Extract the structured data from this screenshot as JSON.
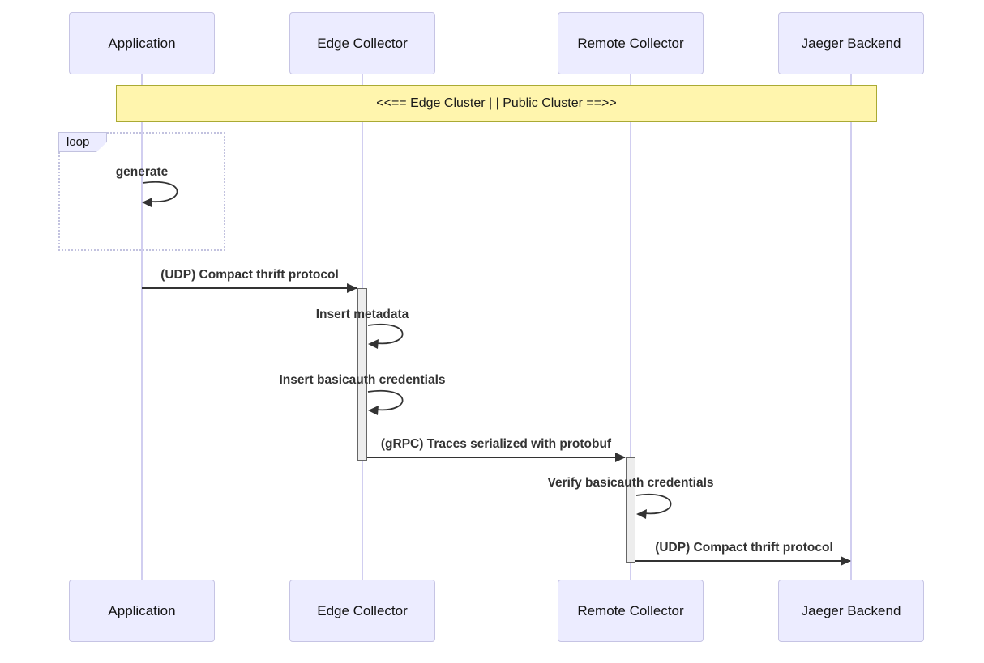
{
  "diagram": {
    "type": "sequence",
    "actors": [
      {
        "label": "Application"
      },
      {
        "label": "Edge Collector"
      },
      {
        "label": "Remote Collector"
      },
      {
        "label": "Jaeger Backend"
      }
    ],
    "note": {
      "label": "<<== Edge Cluster | | Public Cluster ==>>",
      "across": [
        "Application",
        "Jaeger Backend"
      ]
    },
    "loop_frame": {
      "tag": "loop",
      "messages": [
        {
          "label": "generate",
          "from": "Application",
          "to": "Application",
          "kind": "self"
        }
      ]
    },
    "messages": [
      {
        "label": "(UDP) Compact thrift protocol",
        "from": "Application",
        "to": "Edge Collector",
        "kind": "solid-arrow"
      },
      {
        "label": "Insert metadata",
        "from": "Edge Collector",
        "to": "Edge Collector",
        "kind": "self"
      },
      {
        "label": "Insert basicauth credentials",
        "from": "Edge Collector",
        "to": "Edge Collector",
        "kind": "self"
      },
      {
        "label": "(gRPC) Traces serialized with protobuf",
        "from": "Edge Collector",
        "to": "Remote Collector",
        "kind": "solid-arrow"
      },
      {
        "label": "Verify basicauth credentials",
        "from": "Remote Collector",
        "to": "Remote Collector",
        "kind": "self"
      },
      {
        "label": "(UDP) Compact thrift protocol",
        "from": "Remote Collector",
        "to": "Jaeger Backend",
        "kind": "solid-arrow"
      }
    ],
    "colors": {
      "actor_fill": "#ECECFF",
      "actor_border": "#C6C4E4",
      "note_fill": "#FFF5AD",
      "note_border": "#AAAA33",
      "lifeline": "#C9C6EE",
      "activation_fill": "#EDEDED",
      "activation_border": "#666666",
      "arrow": "#333333",
      "loop_border": "#C2C2DF",
      "loop_tab_fill": "#ECECFF",
      "message_text": "#333333"
    }
  }
}
